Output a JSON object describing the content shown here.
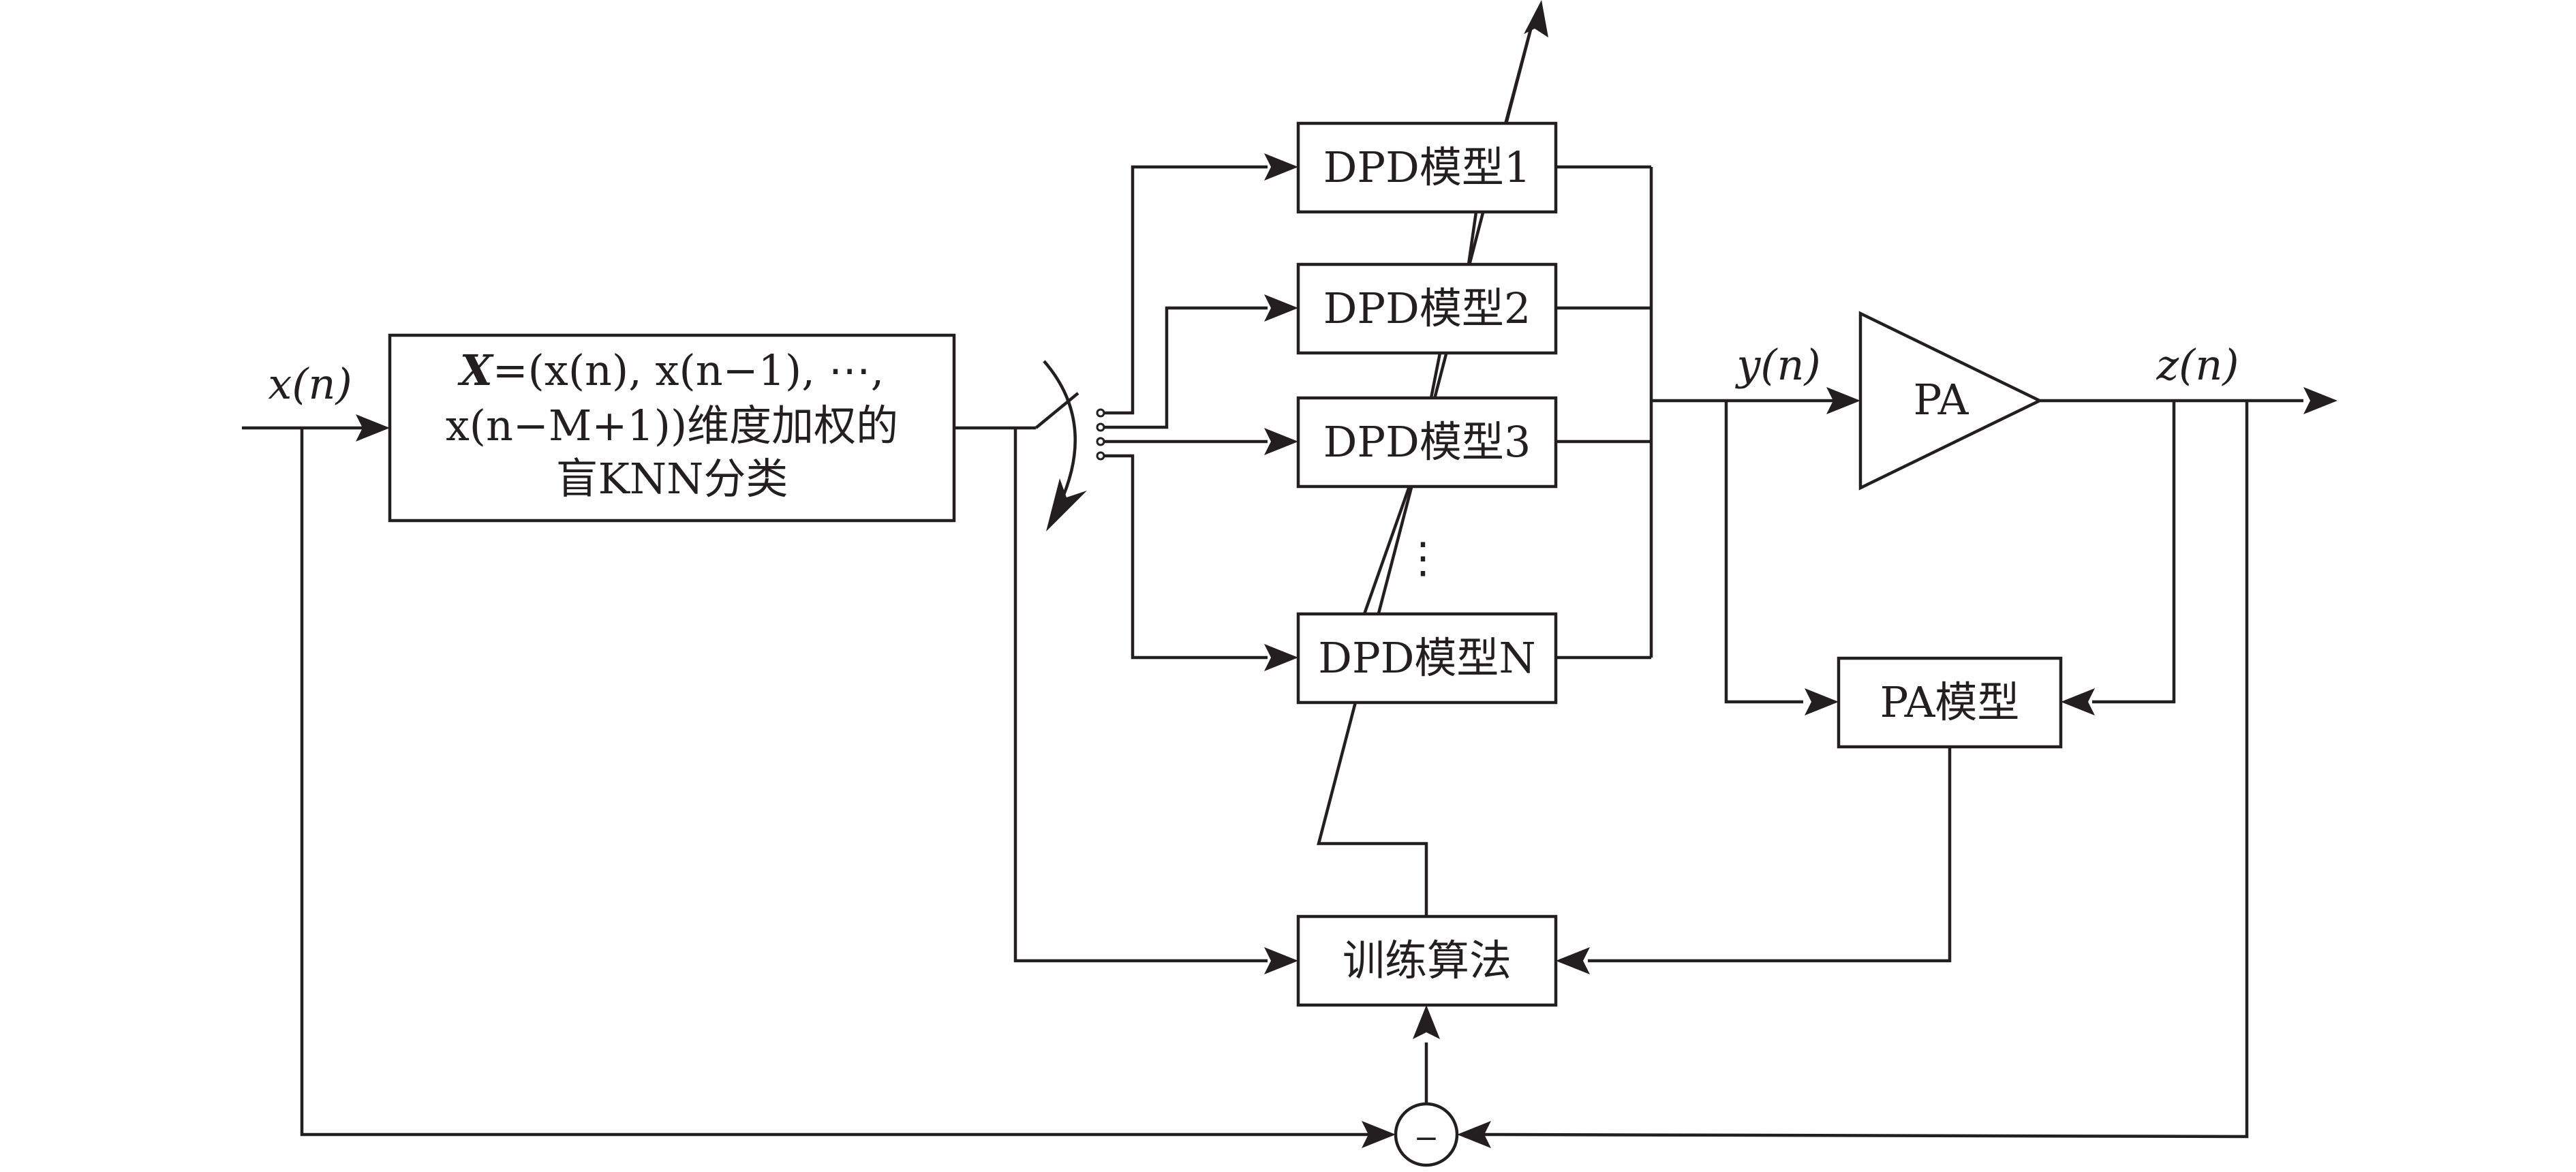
{
  "signals": {
    "input": "x(n)",
    "dpd_output": "y(n)",
    "pa_output": "z(n)"
  },
  "classifier": {
    "line1_bold": "X",
    "line1_rest": "=(x(n), x(n−1), ⋯,",
    "line2": "x(n−M+1))维度加权的",
    "line3": "盲KNN分类"
  },
  "dpd_models": [
    {
      "label": "DPD模型1"
    },
    {
      "label": "DPD模型2"
    },
    {
      "label": "DPD模型3"
    },
    {
      "label": "DPD模型N"
    }
  ],
  "ellipsis": "⋮",
  "pa": {
    "label": "PA"
  },
  "pa_model": {
    "label": "PA模型"
  },
  "training": {
    "label": "训练算法"
  },
  "subtractor": {
    "symbol": "−"
  }
}
